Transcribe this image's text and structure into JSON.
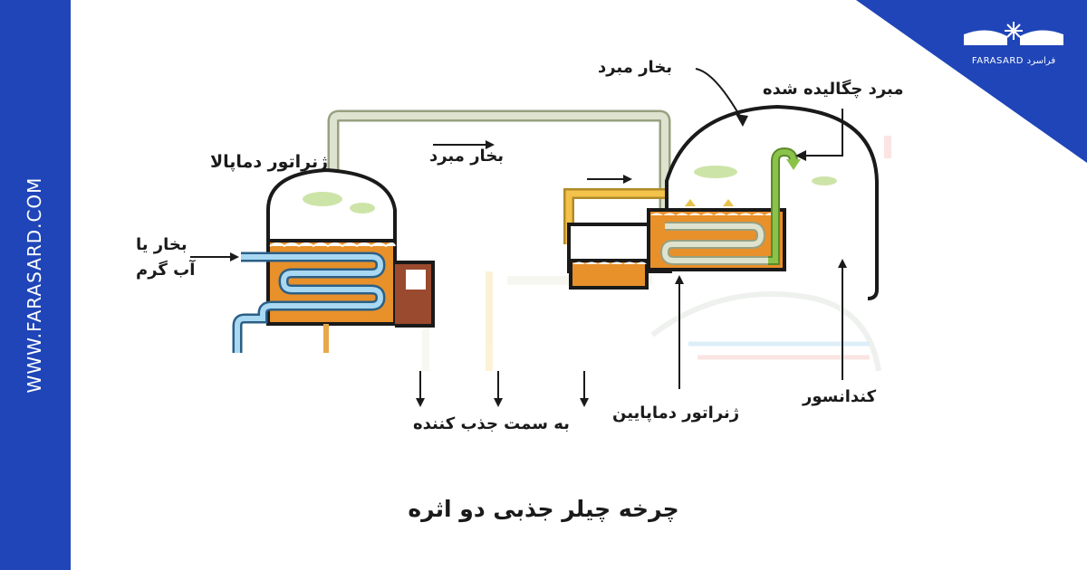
{
  "sidebar": {
    "url": "WWW.FARASARD.COM"
  },
  "brand": {
    "name": "FARASARD",
    "name_fa": "فراسرد"
  },
  "labels": {
    "high_temp_generator": "ژنراتور دماپالا",
    "steam_or_hot_water_line1": "بخار یا",
    "steam_or_hot_water_line2": "آب گرم",
    "refrigerant_vapor_top": "بخار مبرد",
    "refrigerant_vapor_pipe": "بخار مبرد",
    "condensed_refrigerant": "مبرد چگالیده شده",
    "to_absorber": "به سمت جذب کننده",
    "low_temp_generator": "ژنراتور دماپایین",
    "condenser": "کندانسور"
  },
  "caption": "چرخه چیلر جذبی دو اثره",
  "colors": {
    "brand_blue": "#1f45b8",
    "orange": "#e8902a",
    "brown": "#9a4a2e",
    "pipe_green_gray": "#dde3cf",
    "pipe_yellow": "#f3c24a",
    "pipe_blue": "#7cc0e8",
    "green": "#8bc34a"
  }
}
